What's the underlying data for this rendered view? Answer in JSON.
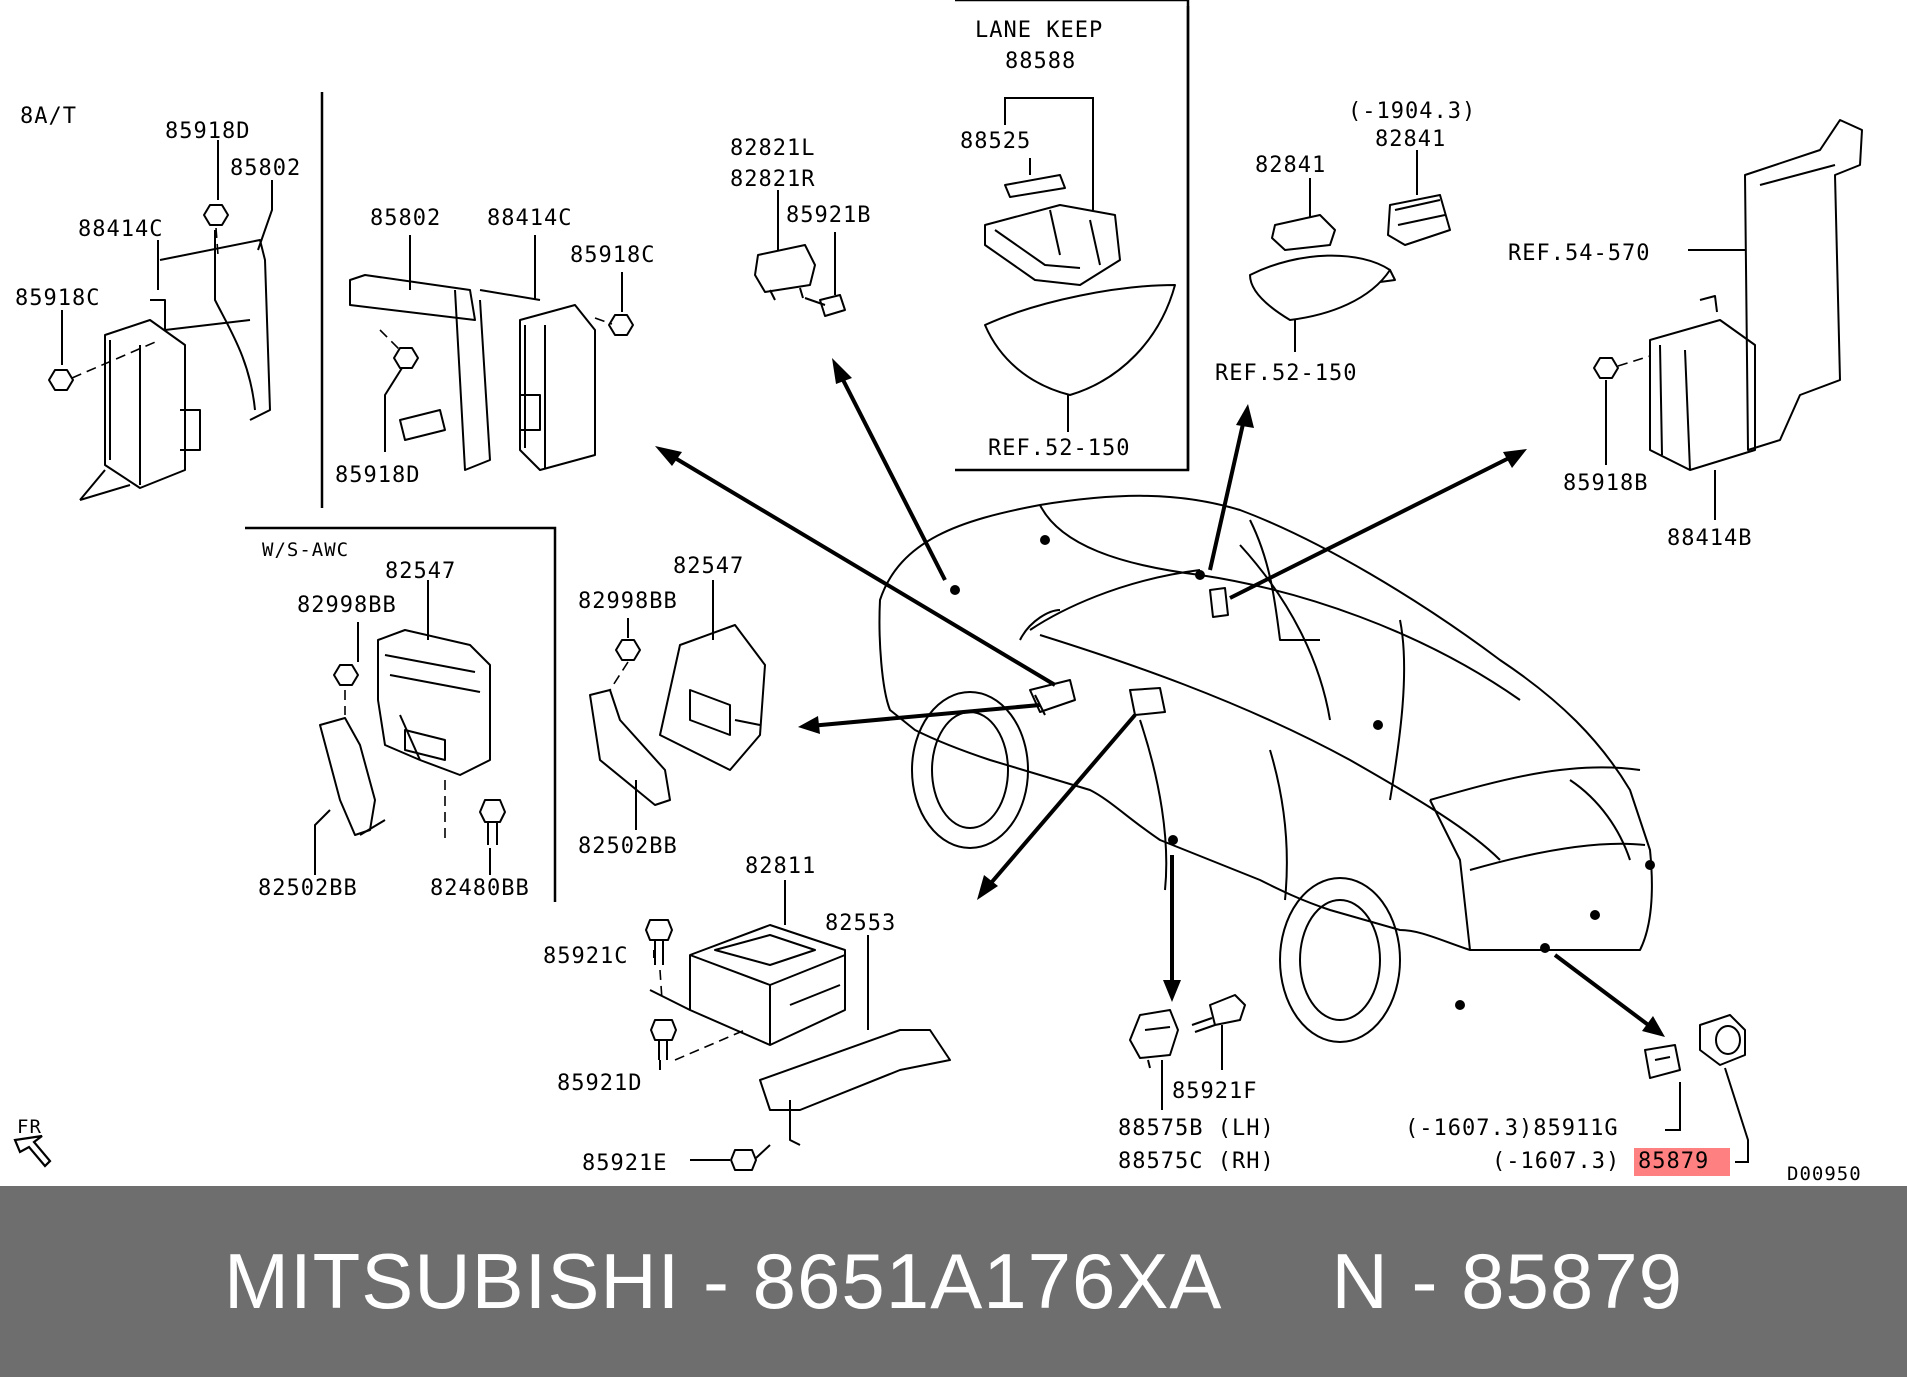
{
  "labels": {
    "grp_8at": "8A/T",
    "p_85918D_a": "85918D",
    "p_85802_a": "85802",
    "p_88414C_a": "88414C",
    "p_85918C_a": "85918C",
    "p_85802_b": "85802",
    "p_88414C_b": "88414C",
    "p_85918C_b": "85918C",
    "p_85918D_b": "85918D",
    "p_82821L": "82821L",
    "p_82821R": "82821R",
    "p_85921B": "85921B",
    "grp_lane_keep": "LANE KEEP",
    "p_88588": "88588",
    "p_88525": "88525",
    "ref_52_150_a": "REF.52-150",
    "p_1904_3": "(-1904.3)",
    "p_82841_a": "82841",
    "p_82841_b": "82841",
    "ref_52_150_b": "REF.52-150",
    "ref_54_570": "REF.54-570",
    "p_85918B": "85918B",
    "p_88414B": "88414B",
    "grp_ws_awc": "W/S-AWC",
    "p_82547_a": "82547",
    "p_82998BB_a": "82998BB",
    "p_82502BB_a": "82502BB",
    "p_82480BB": "82480BB",
    "p_82547_b": "82547",
    "p_82998BB_b": "82998BB",
    "p_82502BB_b": "82502BB",
    "p_82811": "82811",
    "p_82553": "82553",
    "p_85921C": "85921C",
    "p_85921D": "85921D",
    "p_85921E": "85921E",
    "p_85921F": "85921F",
    "p_88575B": "88575B (LH)",
    "p_88575C": "88575C (RH)",
    "p_85911G": "(-1607.3)85911G",
    "p_85879_prefix": "(-1607.3)",
    "p_85879": "85879",
    "fr": "FR",
    "drawing_code": "D00950"
  },
  "highlight_color": "#ff8080",
  "footer": {
    "text": "MITSUBISHI - 8651A176XA     N - 85879",
    "background": "#6e6e6e",
    "color": "#ffffff"
  }
}
